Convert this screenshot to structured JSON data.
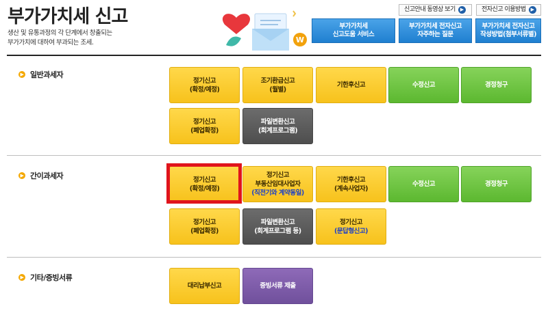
{
  "header": {
    "title": "부가가치세 신고",
    "description_line1": "생산 및 유통과정의 각 단계에서 창출되는",
    "description_line2": "부가가치에 대하여 부과되는 조세."
  },
  "top_links": [
    {
      "label": "신고안내 동영상 보기"
    },
    {
      "label": "전자신고 이용방법"
    }
  ],
  "blue_buttons": [
    {
      "line1": "부가가치세",
      "line2": "신고도움 서비스"
    },
    {
      "line1": "부가가치세 전자신고",
      "line2": "자주하는 질문"
    },
    {
      "line1": "부가가치세 전자신고",
      "line2": "작성방법(첨부서류별)"
    }
  ],
  "sections": {
    "general": {
      "title": "일반과세자",
      "tiles": [
        {
          "line1": "정기신고",
          "line2": "(확정/예정)"
        },
        {
          "line1": "조기환급신고",
          "line2": "(월별)"
        },
        {
          "line1": "기한후신고",
          "line2": ""
        },
        {
          "line1": "수정신고",
          "line2": ""
        },
        {
          "line1": "경정청구",
          "line2": ""
        },
        {
          "line1": "정기신고",
          "line2": "(폐업확정)"
        },
        {
          "line1": "파일변환신고",
          "line2": "(회계프로그램)"
        }
      ]
    },
    "simplified": {
      "title": "간이과세자",
      "tiles": [
        {
          "line1": "정기신고",
          "line2": "(확정/예정)"
        },
        {
          "line1": "정기신고",
          "line2": "부동산임대사업자",
          "line3": "(직전기와 계약동일)"
        },
        {
          "line1": "기한후신고",
          "line2": "(계속사업자)"
        },
        {
          "line1": "수정신고",
          "line2": ""
        },
        {
          "line1": "경정청구",
          "line2": ""
        },
        {
          "line1": "정기신고",
          "line2": "(폐업확정)"
        },
        {
          "line1": "파일변환신고",
          "line2": "(회계프로그램 등)"
        },
        {
          "line1": "정기신고",
          "line2": "(문답형신고)"
        }
      ]
    },
    "other": {
      "title": "기타/증빙서류",
      "tiles": [
        {
          "line1": "대리납부신고"
        },
        {
          "line1": "증빙서류 제출"
        }
      ]
    }
  },
  "colors": {
    "yellow_tile": "#f7c21c",
    "green_tile": "#5cb830",
    "gray_tile": "#4e4e4e",
    "purple_tile": "#70509c",
    "blue_button": "#1f7fd0",
    "highlight_border": "#e0141c"
  },
  "icons": {
    "section_bullet": "orange-chevron-circle",
    "link_arrow": "blue-chevron-circle"
  }
}
